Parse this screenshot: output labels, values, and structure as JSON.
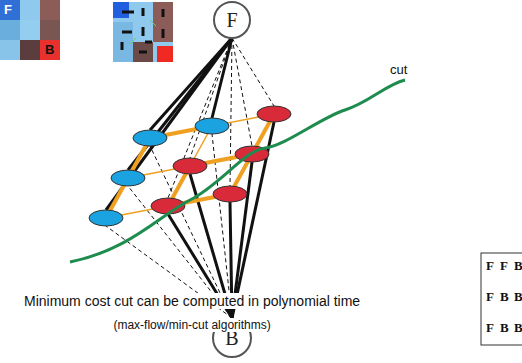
{
  "diagram": {
    "nodes": [
      {
        "text": [
          "F"
        ]
      },
      {
        "text": [
          "B"
        ]
      }
    ],
    "labels": [
      "F",
      "B",
      "cut",
      "Minimum cost cut can be computed in polynomial time",
      "(max-flow/min-cut algorithms)",
      "F",
      "F",
      "B",
      "F",
      "B",
      "B",
      "F",
      "B",
      "B"
    ]
  }
}
